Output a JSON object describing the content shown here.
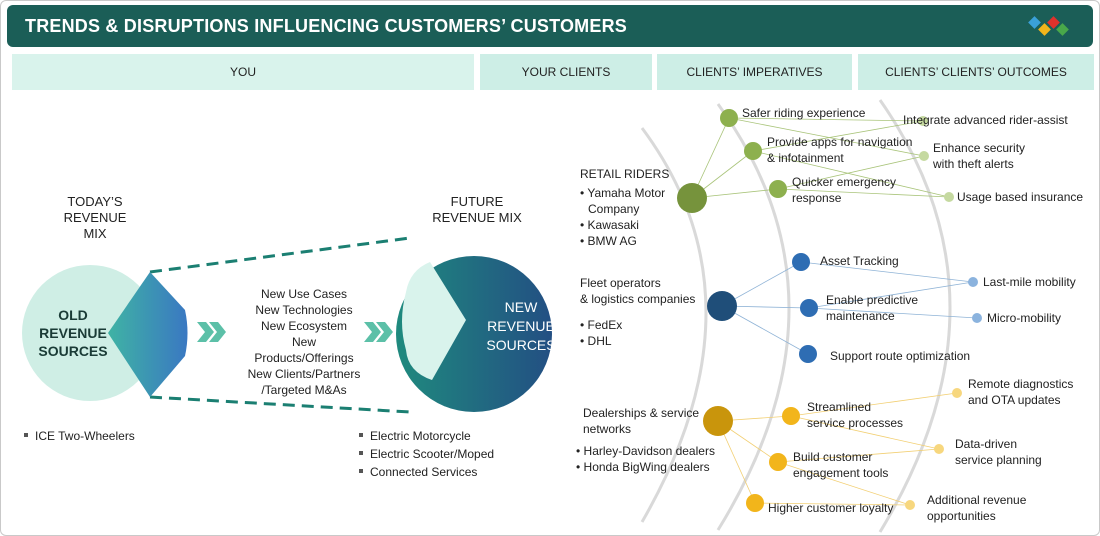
{
  "title": "TRENDS & DISRUPTIONS INFLUENCING CUSTOMERS’ CUSTOMERS",
  "headers": {
    "you": "YOU",
    "clients": "YOUR CLIENTS",
    "imperatives": "CLIENTS’ IMPERATIVES",
    "outcomes": "CLIENTS’ CLIENTS’ OUTCOMES"
  },
  "today": {
    "heading1": "TODAY’S",
    "heading2": "REVENUE MIX",
    "circle": [
      "OLD",
      "REVENUE",
      "SOURCES"
    ],
    "items": [
      "ICE Two-Wheelers"
    ]
  },
  "future": {
    "heading1": "FUTURE",
    "heading2": "REVENUE MIX",
    "circle": [
      "NEW",
      "REVENUE",
      "SOURCES"
    ],
    "items": [
      "Electric Motorcycle",
      "Electric Scooter/Moped",
      "Connected Services"
    ]
  },
  "drivers": [
    "New Use Cases",
    "New Technologies",
    "New Ecosystem",
    "New Products/Offerings",
    "New Clients/Partners",
    "/Targeted M&As"
  ],
  "clients": [
    {
      "name": [
        "RETAIL RIDERS"
      ],
      "members": [
        "Yamaha Motor",
        "Company",
        "Kawasaki",
        "BMW AG"
      ],
      "color": "#76933c"
    },
    {
      "name": [
        "Fleet operators",
        "& logistics companies"
      ],
      "members": [
        "FedEx",
        "DHL"
      ],
      "color": "#1f4e79"
    },
    {
      "name": [
        "Dealerships & service",
        "networks"
      ],
      "members": [
        "Harley-Davidson dealers",
        "Honda BigWing dealers"
      ],
      "color": "#c9950c"
    }
  ],
  "imperatives": [
    [
      "Safer riding experience"
    ],
    [
      "Provide apps for navigation",
      "& infotainment"
    ],
    [
      "Quicker emergency",
      "response"
    ],
    [
      "Asset Tracking"
    ],
    [
      "Enable predictive",
      "maintenance"
    ],
    [
      "Support route optimization"
    ],
    [
      "Streamlined",
      "service processes"
    ],
    [
      "Build customer",
      "engagement tools"
    ],
    [
      "Higher customer loyalty"
    ]
  ],
  "outcomes": [
    [
      "Integrate advanced rider-assist"
    ],
    [
      "Enhance security",
      "with theft alerts"
    ],
    [
      "Usage based insurance"
    ],
    [
      "Last-mile mobility"
    ],
    [
      "Micro-mobility"
    ],
    [
      "Remote diagnostics",
      "and OTA updates"
    ],
    [
      "Data-driven",
      "service planning"
    ],
    [
      "Additional revenue",
      "opportunities"
    ]
  ],
  "colors": {
    "green": "#8db04e",
    "blue": "#2e6db3",
    "gold": "#f2b51b",
    "teal": "#1b5e57"
  }
}
